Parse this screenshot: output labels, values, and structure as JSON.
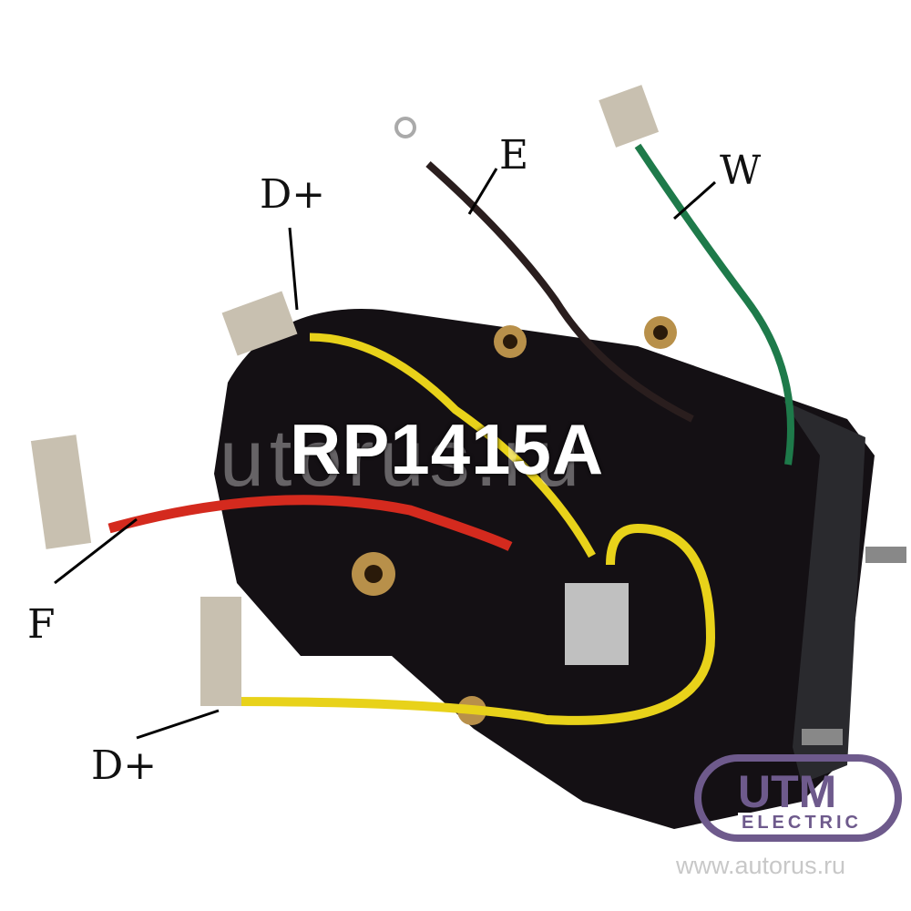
{
  "product": {
    "model": "RP1415A",
    "watermark": "autorus.ru",
    "url": "www.autorus.ru"
  },
  "brand": {
    "name": "UTM",
    "subtitle": "ELECTRIC",
    "color": "#6e5a8c"
  },
  "labels": {
    "d_plus_top": "D+",
    "e": "E",
    "w": "W",
    "f": "F",
    "d_plus_bottom": "D+"
  },
  "wire_colors": {
    "yellow": "#e8d21a",
    "red": "#d42a1e",
    "green": "#1e7a4a",
    "black": "#2a1e1e"
  }
}
